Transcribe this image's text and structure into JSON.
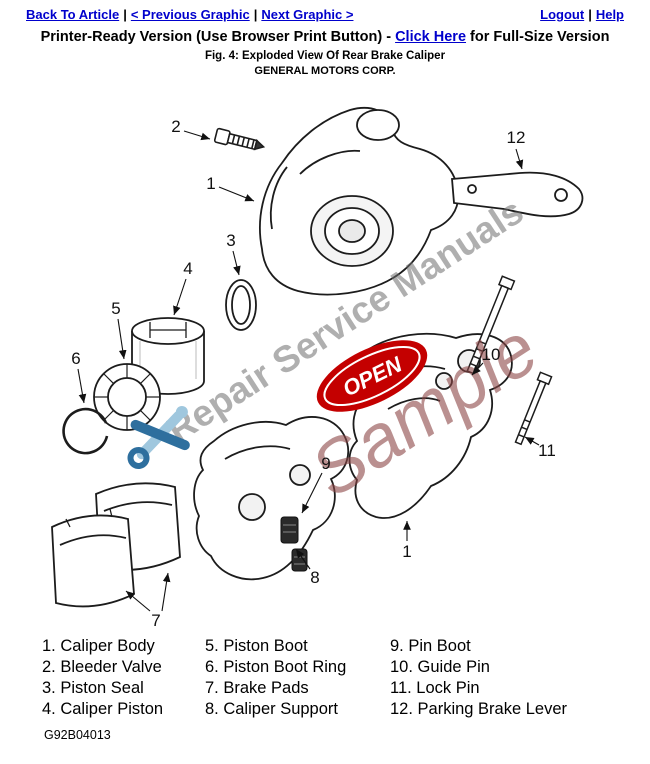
{
  "nav": {
    "separator": "|",
    "back_to_article": "Back To Article",
    "previous_graphic": "< Previous Graphic",
    "next_graphic": "Next Graphic >",
    "logout": "Logout",
    "help": "Help"
  },
  "header": {
    "printer_ready_prefix": "Printer-Ready Version (Use Browser Print Button) - ",
    "click_here_label": "Click Here",
    "printer_ready_suffix": " for Full-Size Version",
    "figure_title": "Fig. 4: Exploded View Of Rear Brake Caliper",
    "company": "GENERAL MOTORS CORP."
  },
  "diagram": {
    "watermark_text": "Repair Service Manuals",
    "sample_text": "Sample",
    "stamp_text": "OPEN",
    "stamp_color": "#c40000",
    "watermark_color": "rgba(110,110,110,0.55)",
    "sample_color": "rgba(140,70,70,0.6)",
    "part_labels": {
      "p1": "1",
      "p1b": "1",
      "p2": "2",
      "p3": "3",
      "p4": "4",
      "p5": "5",
      "p6": "6",
      "p7": "7",
      "p8": "8",
      "p9": "9",
      "p10": "10",
      "p11": "11",
      "p12": "12"
    }
  },
  "legend": {
    "columns": [
      [
        "1. Caliper Body",
        "2. Bleeder Valve",
        "3. Piston Seal",
        "4. Caliper Piston"
      ],
      [
        "5. Piston Boot",
        "6. Piston Boot Ring",
        "7. Brake Pads",
        "8. Caliper Support"
      ],
      [
        "9. Pin Boot",
        "10. Guide Pin",
        "11. Lock Pin",
        "12. Parking Brake Lever"
      ]
    ]
  },
  "footer": {
    "figure_code": "G92B04013"
  }
}
